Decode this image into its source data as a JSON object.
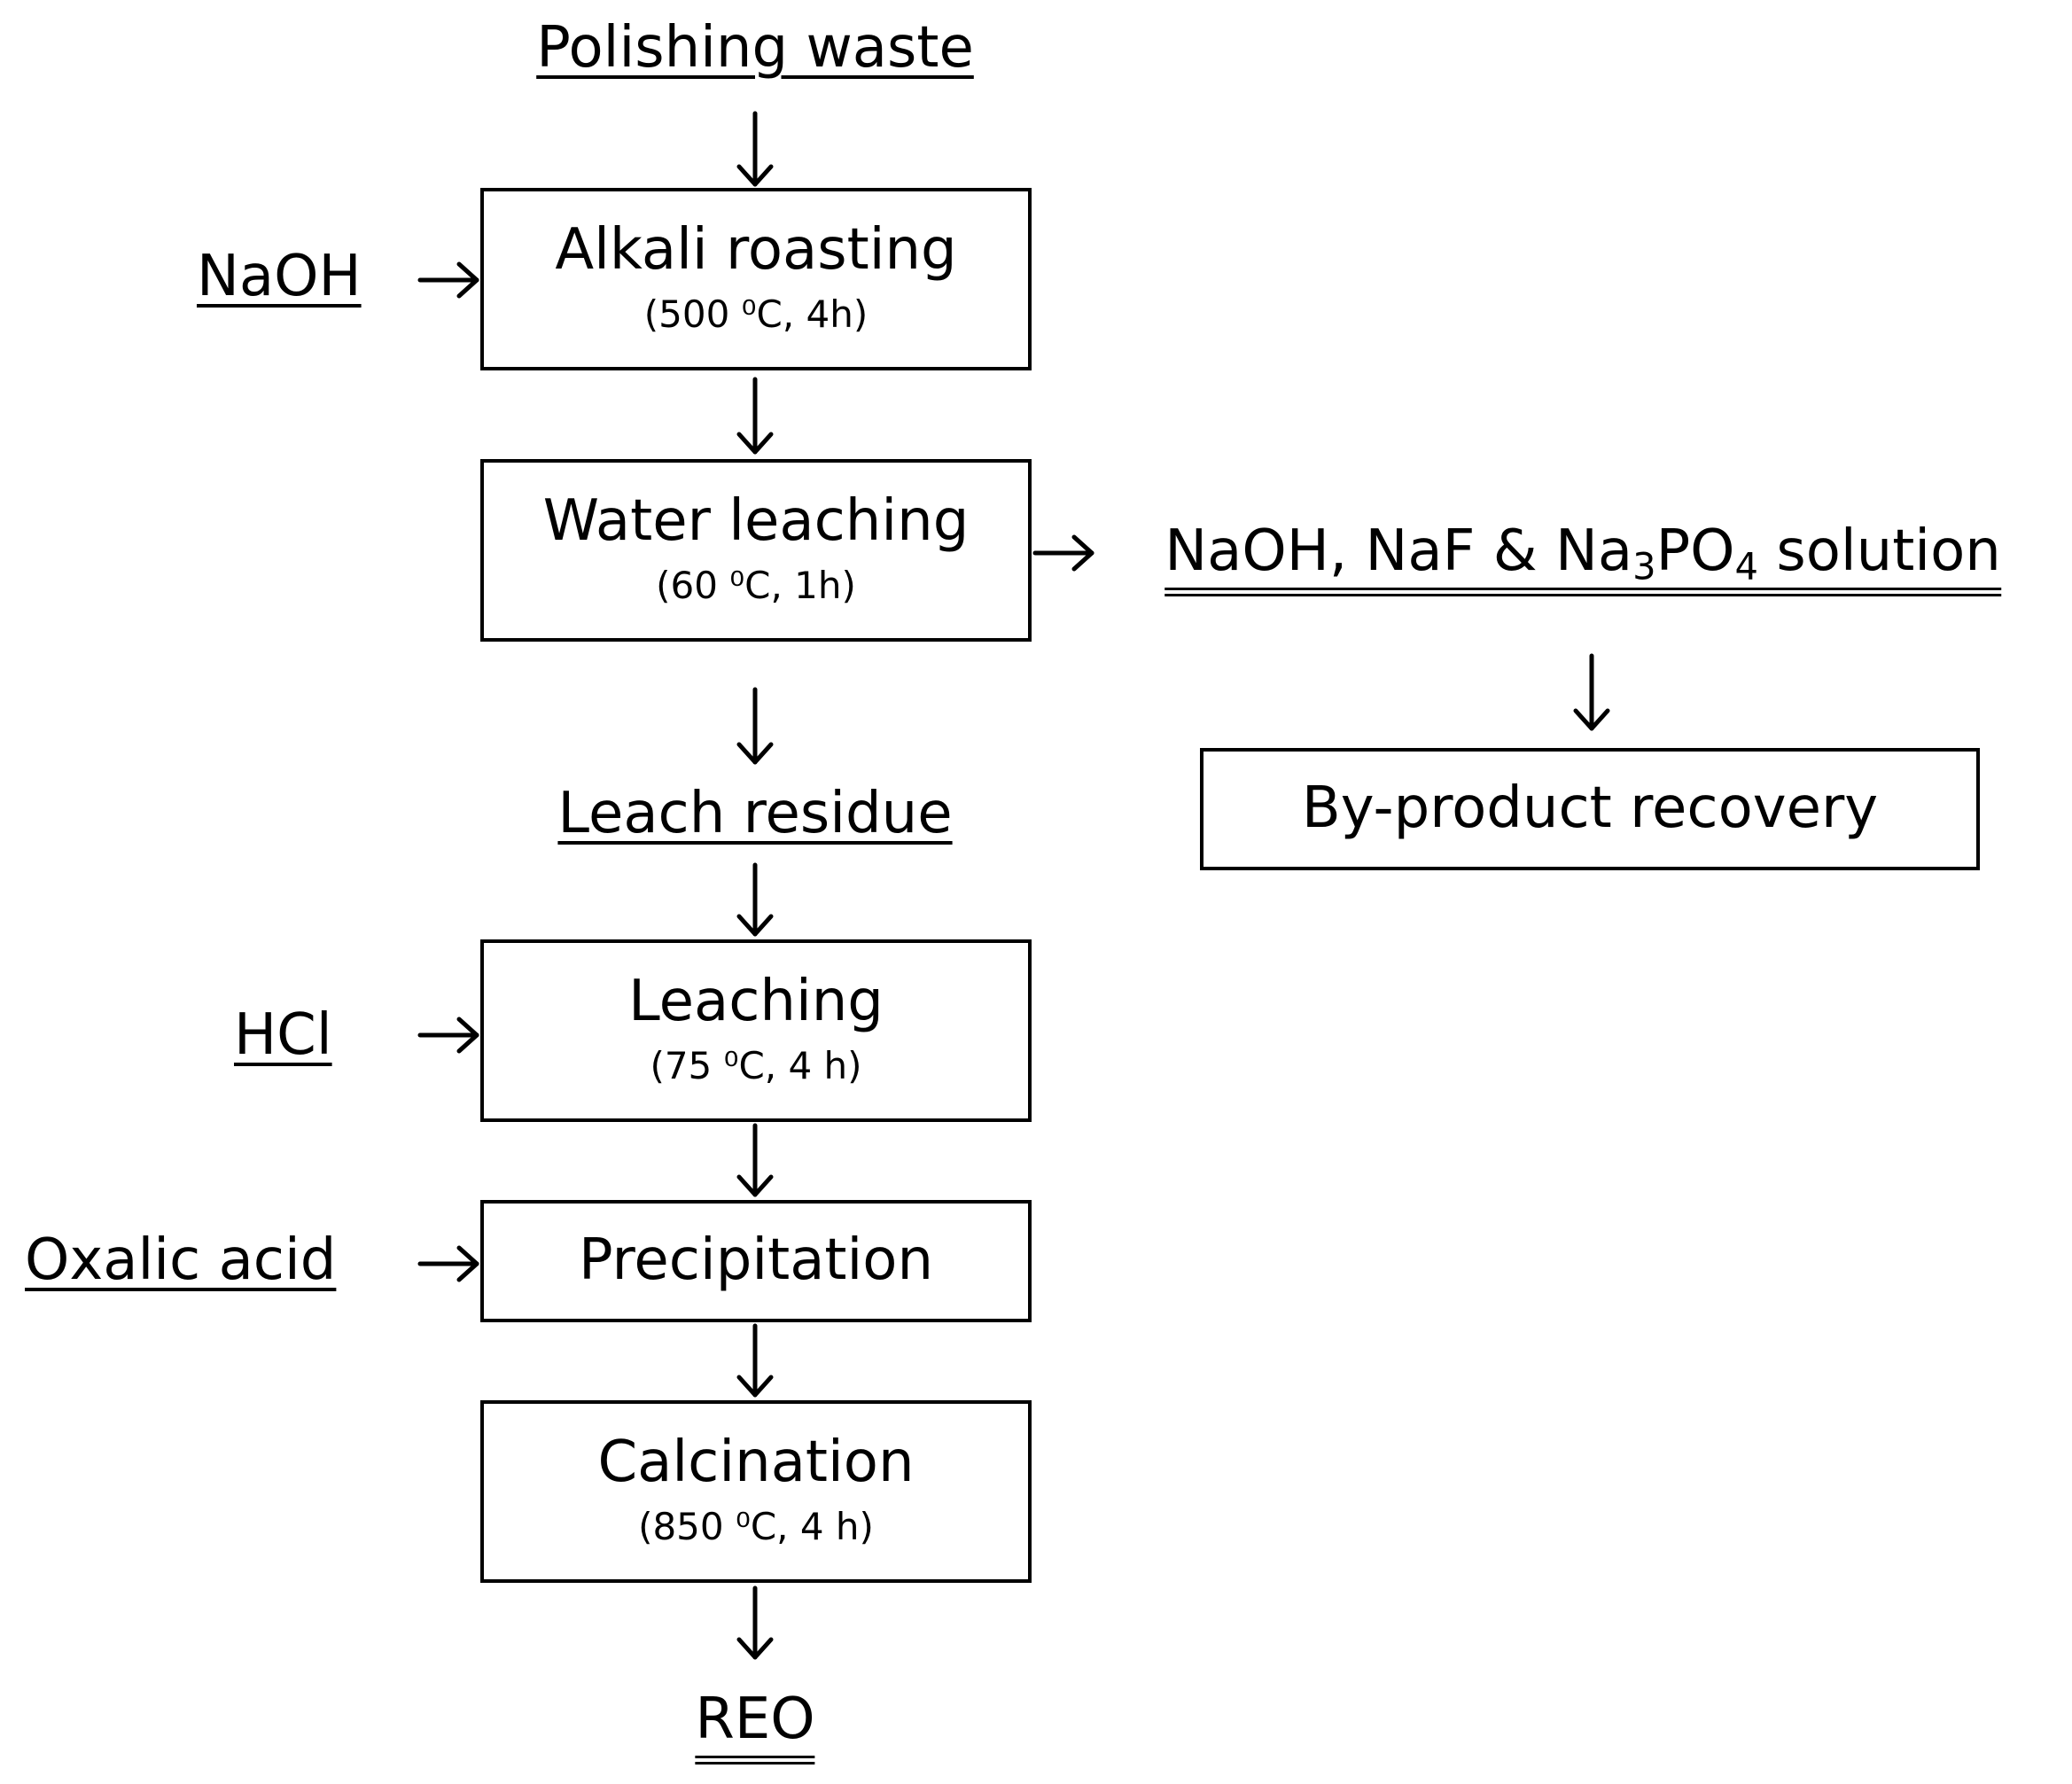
{
  "inputs": {
    "polishing_waste": "Polishing waste",
    "naoh": "NaOH",
    "hcl": "HCl",
    "oxalic_acid": "Oxalic acid"
  },
  "steps": {
    "alkali_roasting": {
      "title": "Alkali roasting",
      "condition": "(500 ⁰C, 4h)"
    },
    "water_leaching": {
      "title": "Water leaching",
      "condition": "(60 ⁰C, 1h)"
    },
    "leaching": {
      "title": "Leaching",
      "condition": "(75 ⁰C, 4 h)"
    },
    "precipitation": {
      "title": "Precipitation"
    },
    "calcination": {
      "title": "Calcination",
      "condition": "(850 ⁰C, 4 h)"
    },
    "byproduct_recovery": {
      "title": "By-product recovery"
    }
  },
  "intermediates": {
    "leach_residue": "Leach residue",
    "solution_prefix": "NaOH, NaF & Na",
    "solution_sub1": "3",
    "solution_mid": "PO",
    "solution_sub2": "4",
    "solution_suffix": " solution"
  },
  "products": {
    "reo": "REO"
  }
}
